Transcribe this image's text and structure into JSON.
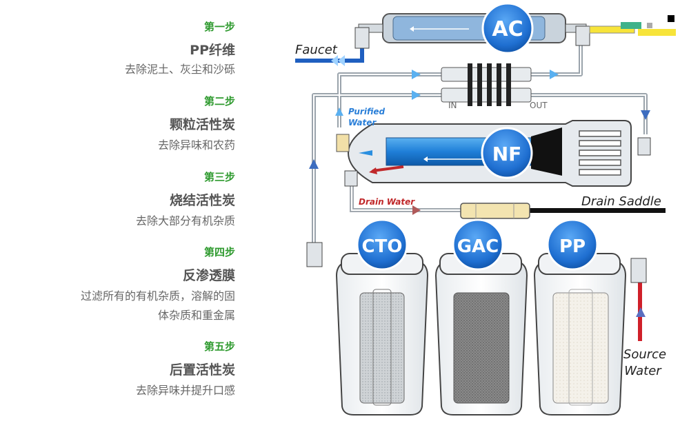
{
  "steps": [
    {
      "num": "第一步",
      "title": "PP纤维",
      "desc": "去除泥土、灰尘和沙砾"
    },
    {
      "num": "第二步",
      "title": "颗粒活性炭",
      "desc": "去除异味和农药"
    },
    {
      "num": "第三步",
      "title": "烧结活性炭",
      "desc": "去除大部分有机杂质"
    },
    {
      "num": "第四步",
      "title": "反渗透膜",
      "desc_line1": "过滤所有的有机杂质，溶解的固",
      "desc_line2": "体杂质和重金属"
    },
    {
      "num": "第五步",
      "title": "后置活性炭",
      "desc": "去除异味并提升口感"
    }
  ],
  "diagram": {
    "faucet": "Faucet",
    "purified_1": "Purified",
    "purified_2": "Water",
    "drain_water": "Drain Water",
    "drain_saddle": "Drain Saddle",
    "in": "IN",
    "out": "OUT",
    "source_1": "Source",
    "source_2": "Water",
    "badges": {
      "ac": "AC",
      "nf": "NF",
      "cto": "CTO",
      "gac": "GAC",
      "pp": "PP"
    }
  },
  "colors": {
    "step_green": "#2e9a2e",
    "badge_blue": "#1f6fd1",
    "tube_blue": "#2a8fe0",
    "drain_red": "#c0282a"
  }
}
